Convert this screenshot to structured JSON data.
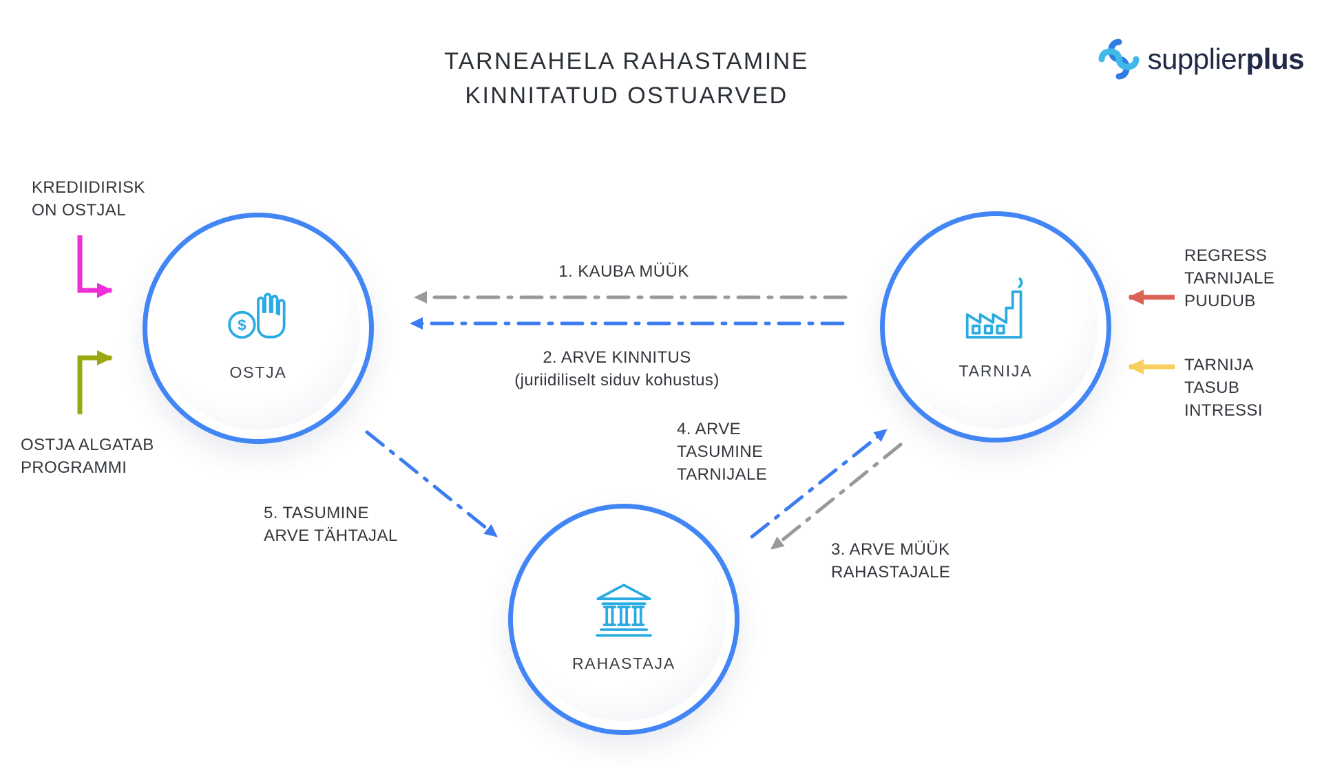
{
  "title": "TARNEAHELA RAHASTAMINE\nKINNITATUD OSTUARVED",
  "logo": {
    "name": "supplier",
    "bold": "plus"
  },
  "nodes": {
    "ostja": {
      "label": "OSTJA",
      "icon": "hand-dollar-icon"
    },
    "tarnija": {
      "label": "TARNIJA",
      "icon": "factory-icon"
    },
    "rahastaja": {
      "label": "RAHASTAJA",
      "icon": "bank-icon"
    }
  },
  "flows": {
    "f1": {
      "label": "1. KAUBA MÜÜK",
      "from": "TARNIJA",
      "to": "OSTJA",
      "style": "gray-dash-dot"
    },
    "f2": {
      "label": "2. ARVE KINNITUS\n(juriidiliselt siduv kohustus)",
      "from": "TARNIJA",
      "to": "OSTJA",
      "style": "blue-dash-dot"
    },
    "f3": {
      "label": "3. ARVE MÜÜK\nRAHASTAJALE",
      "from": "TARNIJA",
      "to": "RAHASTAJA",
      "style": "gray-dash-dot"
    },
    "f4": {
      "label": "4. ARVE\nTASUMINE\nTARNIJALE",
      "from": "RAHASTAJA",
      "to": "TARNIJA",
      "style": "blue-dash-dot"
    },
    "f5": {
      "label": "5. TASUMINE\nARVE TÄHTAJAL",
      "from": "OSTJA",
      "to": "RAHASTAJA",
      "style": "blue-dash-dot"
    }
  },
  "annotations": {
    "credit_risk": {
      "label": "KREDIIDIRISK\nON OSTJAL",
      "arrow_color_key": "annotation_pink"
    },
    "program": {
      "label": "OSTJA ALGATAB\nPROGRAMMI",
      "arrow_color_key": "annotation_olive"
    },
    "regress": {
      "label": "REGRESS\nTARNIJALE\nPUUDUB",
      "arrow_color_key": "annotation_red"
    },
    "interest": {
      "label": "TARNIJA\nTASUB\nINTRESSI",
      "arrow_color_key": "annotation_yellow"
    }
  },
  "icon_symbols": {
    "dollar": "$"
  },
  "colors": {
    "node_ring_blue": "#4285f4",
    "icon_blue": "#29abe2",
    "arrow_gray": "#97999c",
    "arrow_blue": "#3b7cf0",
    "annotation_pink": "#ee2ed6",
    "annotation_olive": "#9aa812",
    "annotation_red": "#dc6156",
    "annotation_yellow": "#f6cf5d",
    "logo_light_blue": "#41b9e8",
    "logo_blue": "#2f7de1",
    "text_dark": "#33373c",
    "logo_navy": "#222a48"
  }
}
